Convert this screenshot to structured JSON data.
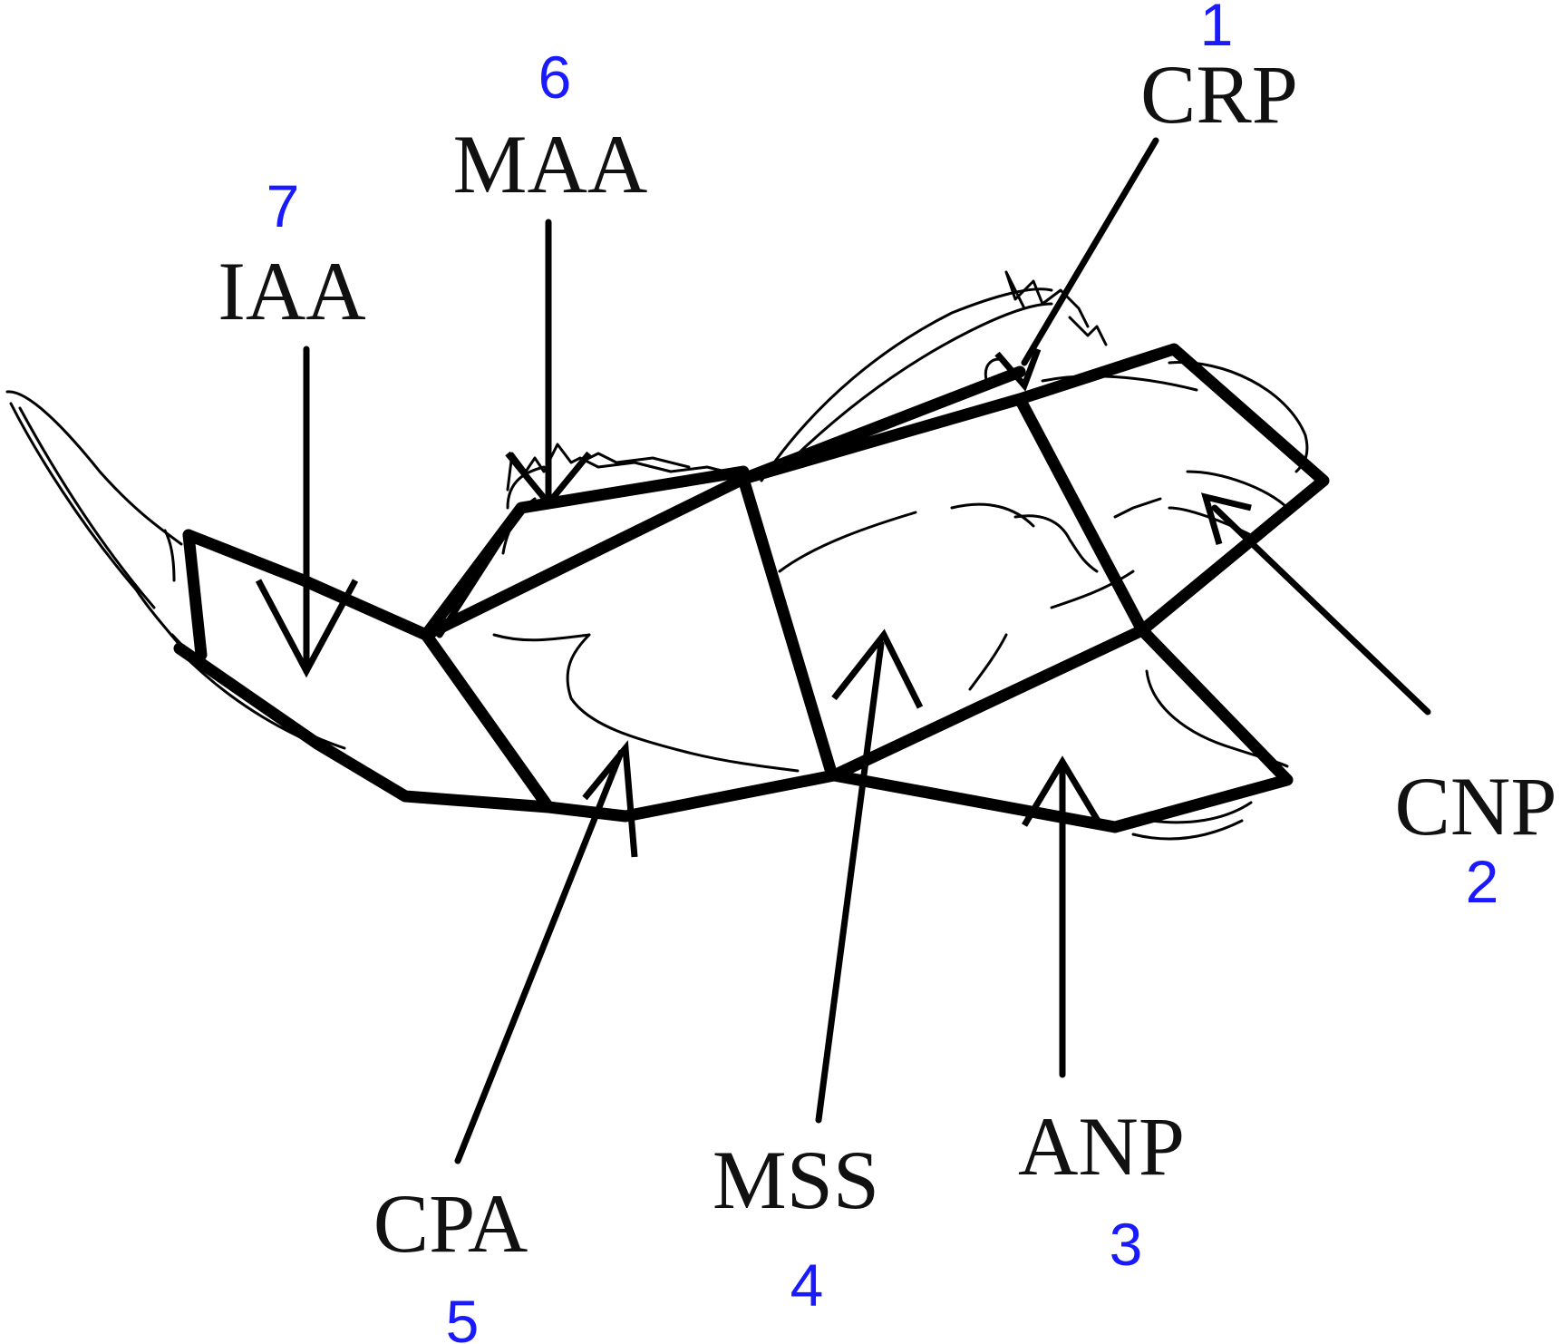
{
  "landmarks": [
    {
      "id": "crp",
      "name": "CRP",
      "number": "1"
    },
    {
      "id": "cnp",
      "name": "CNP",
      "number": "2"
    },
    {
      "id": "anp",
      "name": "ANP",
      "number": "3"
    },
    {
      "id": "mss",
      "name": "MSS",
      "number": "4"
    },
    {
      "id": "cpa",
      "name": "CPA",
      "number": "5"
    },
    {
      "id": "maa",
      "name": "MAA",
      "number": "6"
    },
    {
      "id": "iaa",
      "name": "IAA",
      "number": "7"
    }
  ],
  "colors": {
    "labels": "#111111",
    "numbers": "#1a1aff",
    "lines": "#000000"
  }
}
